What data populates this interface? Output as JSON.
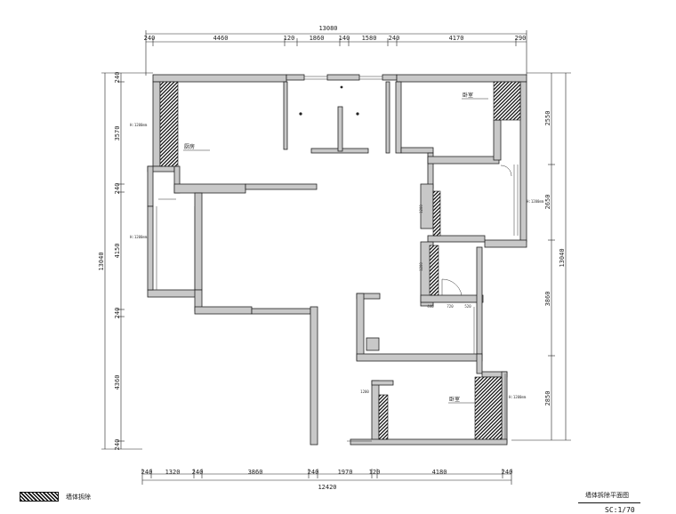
{
  "dimensions": {
    "top_total": "13080",
    "top_segments": [
      "240",
      "4460",
      "120",
      "1860",
      "140",
      "1580",
      "240",
      "4170",
      "290"
    ],
    "bottom_total": "12420",
    "bottom_segments": [
      "240",
      "1320",
      "240",
      "3860",
      "240",
      "1970",
      "120",
      "4180",
      "240"
    ],
    "left_total": "13040",
    "left_segments": [
      "240",
      "3570",
      "240",
      "4150",
      "240",
      "4360",
      "240"
    ],
    "right_total": "13040",
    "right_segments": [
      "2550",
      "2650",
      "3860",
      "2850"
    ],
    "inner": [
      "1200",
      "1200",
      "440",
      "720",
      "520",
      "1200"
    ]
  },
  "rooms": {
    "living": "厨房",
    "bedroom_north": "卧室",
    "bedroom_south": "卧室"
  },
  "notes": [
    "H:1200mm",
    "H:1200mm",
    "H:1200mm",
    "H:1200mm"
  ],
  "legend": {
    "label": "墙体拆除"
  },
  "title_block": {
    "title": "墙体拆除平面图",
    "scale": "SC:1/70"
  },
  "colors": {
    "wall_fill": "#c8c8c8",
    "line": "#222222"
  }
}
